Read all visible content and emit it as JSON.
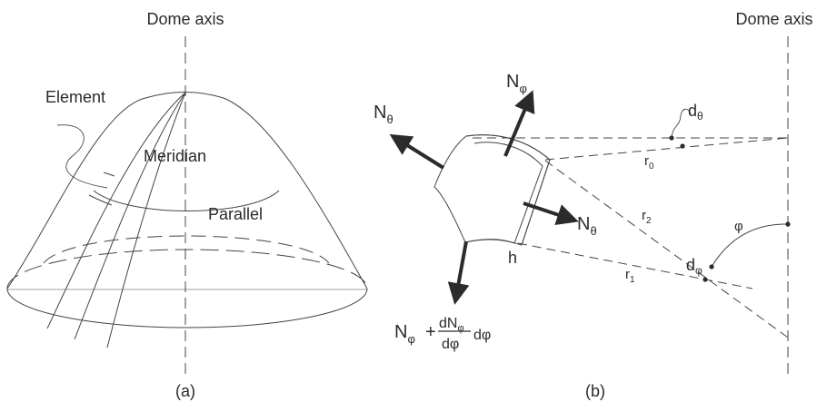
{
  "figure_a": {
    "axis_label": "Dome axis",
    "element_label": "Element",
    "meridian_label": "Meridian",
    "parallel_label": "Parallel",
    "caption": "(a)"
  },
  "figure_b": {
    "axis_label": "Dome axis",
    "caption": "(b)",
    "n_theta_left": {
      "main": "N",
      "sub": "θ"
    },
    "n_phi_top": {
      "main": "N",
      "sub": "φ"
    },
    "n_theta_right": {
      "main": "N",
      "sub": "θ"
    },
    "bottom_force": {
      "n": "N",
      "n_sub": "φ",
      "plus": "+",
      "frac_num_d": "d",
      "frac_num_n": "N",
      "frac_num_sub": "φ",
      "frac_den": "dφ",
      "tail": "dφ"
    },
    "h_label": "h",
    "d_theta": {
      "main": "d",
      "sub": "θ"
    },
    "d_phi": {
      "main": "d",
      "sub": "φ"
    },
    "phi_label": "φ",
    "r0": {
      "main": "r",
      "sub": "0"
    },
    "r1": {
      "main": "r",
      "sub": "1"
    },
    "r2": {
      "main": "r",
      "sub": "2"
    }
  }
}
